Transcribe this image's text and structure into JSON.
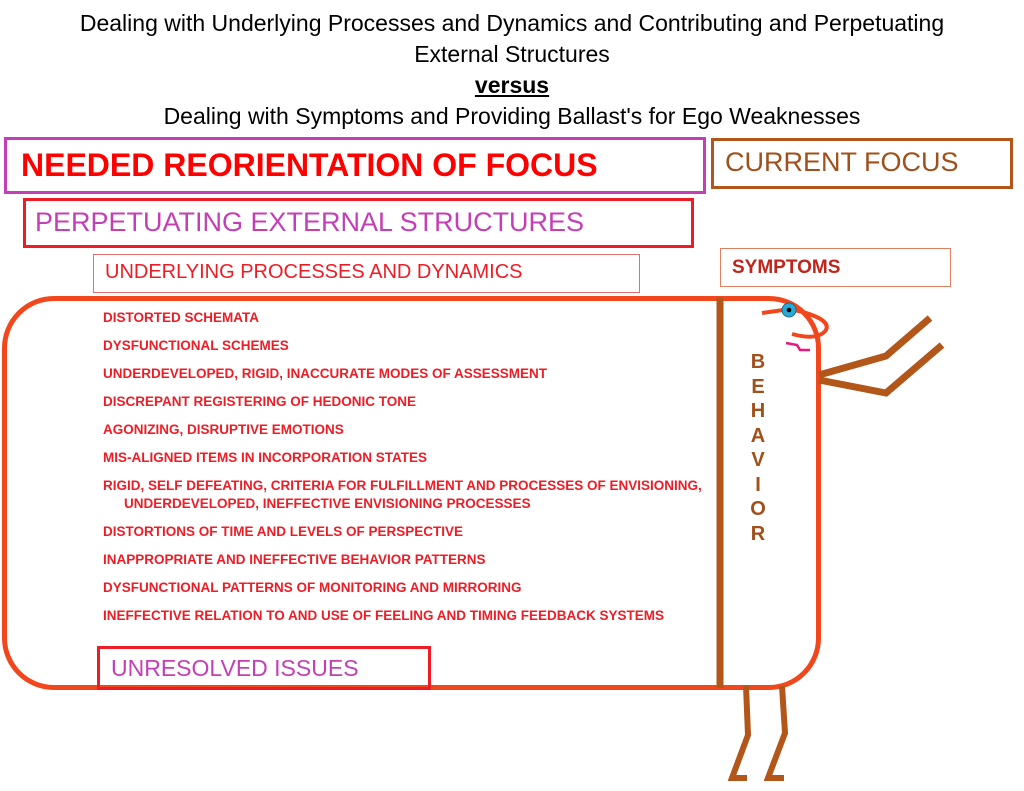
{
  "header": {
    "line1": "Dealing with Underlying Processes and Dynamics and Contributing and Perpetuating",
    "line2": "External Structures",
    "versus": "versus",
    "line3": "Dealing with Symptoms and Providing Ballast's for Ego Weaknesses"
  },
  "needed_focus": "NEEDED REORIENTATION OF FOCUS",
  "current_focus": "CURRENT FOCUS",
  "perpetuating": "PERPETUATING EXTERNAL STRUCTURES",
  "underlying": "UNDERLYING PROCESSES AND DYNAMICS",
  "symptoms": "SYMPTOMS",
  "items": [
    "DISTORTED SCHEMATA",
    "DYSFUNCTIONAL SCHEMES",
    "UNDERDEVELOPED, RIGID, INACCURATE MODES OF ASSESSMENT",
    "DISCREPANT REGISTERING OF HEDONIC TONE",
    "AGONIZING, DISRUPTIVE EMOTIONS",
    "MIS-ALIGNED ITEMS IN INCORPORATION STATES",
    "RIGID, SELF DEFEATING, CRITERIA FOR FULFILLMENT AND PROCESSES OF ENVISIONING,  UNDERDEVELOPED, INEFFECTIVE ENVISIONING PROCESSES",
    "DISTORTIONS OF TIME AND LEVELS OF PERSPECTIVE",
    "INAPPROPRIATE AND INEFFECTIVE BEHAVIOR PATTERNS",
    "DYSFUNCTIONAL PATTERNS OF MONITORING AND MIRRORING",
    "INEFFECTIVE RELATION TO AND USE OF FEELING AND TIMING FEEDBACK SYSTEMS"
  ],
  "behavior_letters": [
    "B",
    "E",
    "H",
    "A",
    "V",
    "I",
    "O",
    "R"
  ],
  "unresolved": "UNRESOLVED ISSUES",
  "colors": {
    "magenta": "#c43fb6",
    "red": "#ee1c25",
    "brown": "#a0501a",
    "orange_red": "#f2461c",
    "eye_blue": "#29a9d6"
  }
}
